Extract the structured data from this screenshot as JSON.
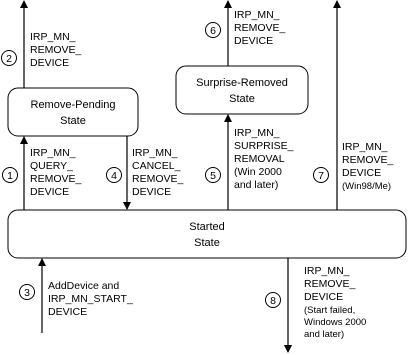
{
  "states": {
    "remove_pending": [
      "Remove-Pending",
      "State"
    ],
    "surprise_removed": [
      "Surprise-Removed",
      "State"
    ],
    "started": [
      "Started",
      "State"
    ]
  },
  "transitions": [
    {
      "number": "1",
      "lines": [
        "IRP_MN_",
        "QUERY_",
        "REMOVE_",
        "DEVICE"
      ]
    },
    {
      "number": "2",
      "lines": [
        "IRP_MN_",
        "REMOVE_",
        "DEVICE"
      ]
    },
    {
      "number": "3",
      "lines": [
        "AddDevice and",
        "IRP_MN_START_",
        "DEVICE"
      ]
    },
    {
      "number": "4",
      "lines": [
        "IRP_MN_",
        "CANCEL_",
        "REMOVE_",
        "DEVICE"
      ]
    },
    {
      "number": "5",
      "lines": [
        "IRP_MN_",
        "SURPRISE_",
        "REMOVAL",
        "(Win 2000",
        "and later)"
      ]
    },
    {
      "number": "6",
      "lines": [
        "IRP_MN_",
        "REMOVE_",
        "DEVICE"
      ]
    },
    {
      "number": "7",
      "lines": [
        "IRP_MN_",
        "REMOVE_",
        "DEVICE"
      ],
      "note": "(Win98/Me)"
    },
    {
      "number": "8",
      "lines": [
        "IRP_MN_",
        "REMOVE_",
        "DEVICE"
      ],
      "note_lines": [
        "(Start failed,",
        "Windows 2000",
        "and later)"
      ]
    }
  ]
}
